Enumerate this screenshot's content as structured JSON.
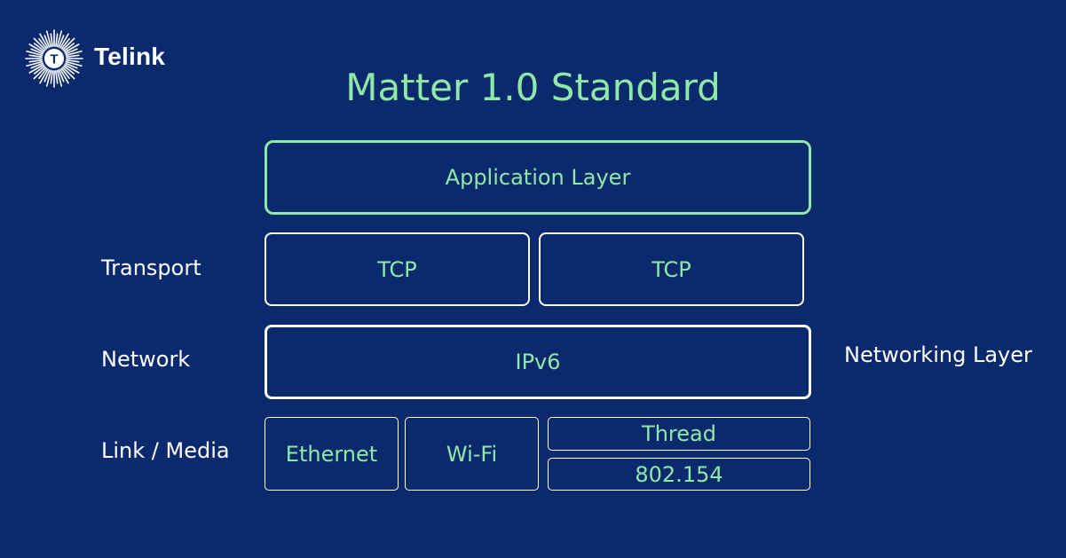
{
  "brand": {
    "name": "Telink",
    "logo_letter": "T"
  },
  "title": "Matter 1.0 Standard",
  "colors": {
    "background": "#0b2a6e",
    "accent": "#8fe8a6",
    "border": "#ffffff"
  },
  "layers": {
    "application": "Application Layer",
    "transport": {
      "label": "Transport",
      "boxes": [
        "TCP",
        "TCP"
      ]
    },
    "network": {
      "label": "Network",
      "box": "IPv6",
      "group_label": "Networking Layer"
    },
    "link": {
      "label": "Link / Media",
      "ethernet": "Ethernet",
      "wifi": "Wi-Fi",
      "thread": "Thread",
      "ieee": "802.154"
    }
  }
}
